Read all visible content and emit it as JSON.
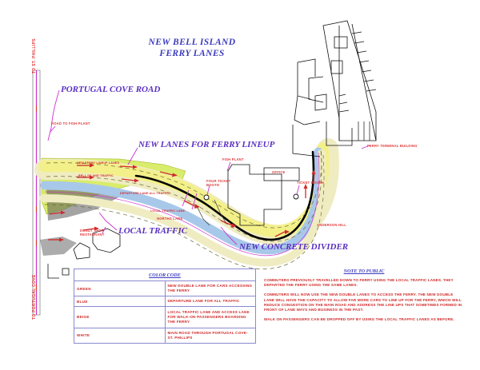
{
  "drawing": {
    "title_line1": "NEW BELL ISLAND",
    "title_line2": "FERRY LANES"
  },
  "callouts": {
    "portugal_cove_road": "PORTUGAL COVE ROAD",
    "new_lanes_for_ferry_lineup": "NEW LANES FOR FERRY LINEUP",
    "local_traffic": "LOCAL TRAFFIC",
    "new_concrete_divider": "NEW CONCRETE DIVIDER"
  },
  "map_labels": {
    "to_st_phillips": "TO ST. PHILLIPS",
    "to_portugal_cove": "TO PORTUGAL COVE",
    "road_to_fish_plant": "ROAD TO FISH PLANT",
    "fish_plant": "FISH PLANT",
    "office": "OFFICE",
    "four_ticket_booth": "FOUR TICKET BOOTH",
    "ticket_booth": "TICKET BOOTH",
    "ferry_terminal_building": "FERRY TERMINAL BUILDING",
    "donut_shop_restaurant": "DONUT SHOP RESTAURANT",
    "norths_lane": "NORTHS LANE",
    "anderson_hill": "ANDERSON HILL"
  },
  "lane_text": {
    "ferry_lineup_lanes": "NEW FERRY LINEUP LANES",
    "bell_island_traffic": "BELL ISLAND TRAFFIC",
    "departure_lane": "DEPARTURE LANE ALL TRAFFIC",
    "local_traffic_lane": "LOCAL TRAFFIC LANE"
  },
  "color_code": {
    "heading": "COLOR CODE",
    "rows": [
      {
        "key": "GREEN",
        "desc": "NEW DOUBLE LANE FOR CARS ACCESSING THE FERRY"
      },
      {
        "key": "BLUE",
        "desc": "DEPARTURE LANE FOR ALL TRAFFIC"
      },
      {
        "key": "BEIGE",
        "desc": "LOCAL TRAFFIC LANE AND ACCESS LANE FOR WALK-ON PASSENGERS BOARDING THE FERRY"
      },
      {
        "key": "WHITE",
        "desc": "MAIN ROAD THROUGH PORTUGAL COVE-ST. PHILLIPS"
      }
    ]
  },
  "note_to_public": {
    "heading": "NOTE TO PUBLIC",
    "paragraphs": [
      "COMMUTERS PREVIOUSLY TRAVELLED DOWN TO FERRY USING THE LOCAL TRAFFIC LANES. THEY DEPARTED THE FERRY USING THE SAME LANES.",
      "COMMUTERS WILL NOW USE THE NEW DOUBLE LANES TO ACCESS THE FERRY. THE NEW DOUBLE LANE WILL HAVE THE CAPACITY TO ALLOW FAR MORE CARS TO LINE UP FOR THE FERRY, WHICH WILL REDUCE CONGESTION ON THE MAIN ROAD AND ADDRESS THE LINE UPS THAT SOMETIMES FORMED IN FRONT OF LANE WAYS AND BUSINESS IN THE PAST.",
      "WALK ON PASSENGERS CAN BE DROPPED OFF BY USING THE LOCAL TRAFFIC LANES AS BEFORE."
    ]
  },
  "palette": {
    "green": "#d9ec6b",
    "blue": "#a8c8ea",
    "beige": "#f0ecc2",
    "yellow": "#f3f08a",
    "white": "#ffffff",
    "divider_black": "#000000",
    "magenta": "#cc33cc",
    "red": "#e03a3a",
    "callout_purple": "#5a2fc2",
    "title_blue": "#3b3bbf",
    "table_border": "#8a8ad0"
  }
}
